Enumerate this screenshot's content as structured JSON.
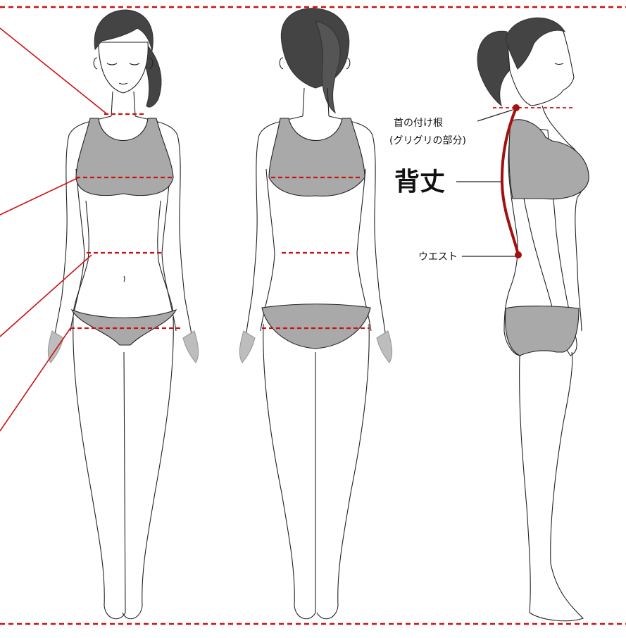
{
  "labels": {
    "neck_base_line1": "首の付け根",
    "neck_base_line2": "(グリグリの部分)",
    "back_length": "背丈",
    "waist": "ウエスト"
  },
  "colors": {
    "guide_red": "#cc1111",
    "spine_dark_red": "#a31010",
    "skin_outline": "#222222",
    "hair": "#444444",
    "garment": "#a9a9a9",
    "shadow": "#bdbdbd"
  },
  "figures": [
    "front-view",
    "back-view",
    "side-view"
  ]
}
